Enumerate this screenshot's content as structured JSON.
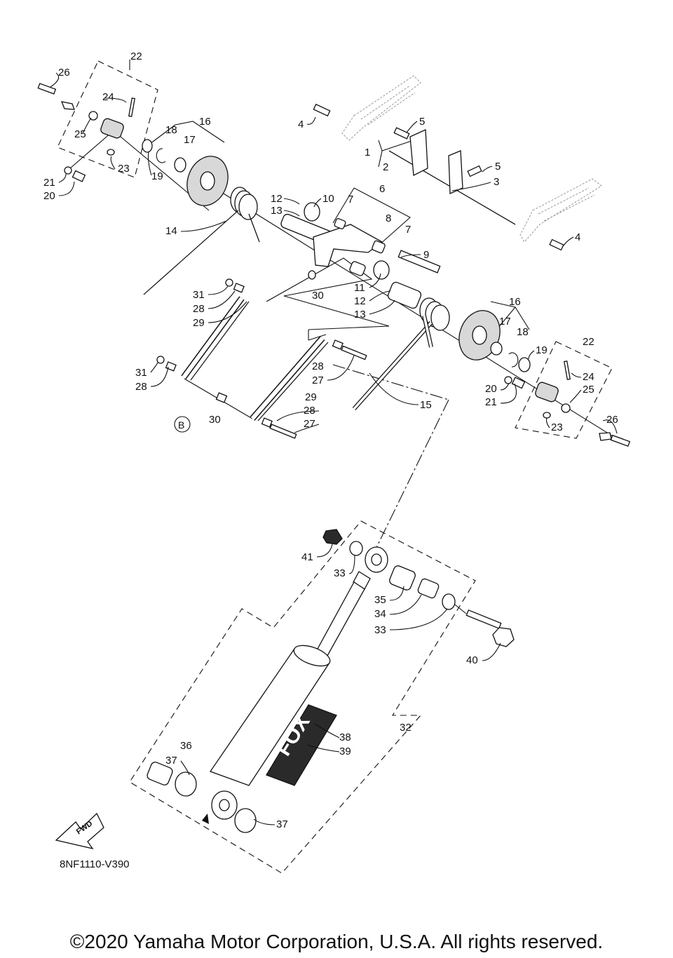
{
  "diagram": {
    "code": "8NF1110-V390",
    "fwd_label": "FWD",
    "circle_marker": "B",
    "shock_brand": "FOX",
    "copyright": "©2020 Yamaha Motor Corporation, U.S.A. All rights reserved."
  },
  "callouts": [
    {
      "id": "c22a",
      "text": "22"
    },
    {
      "id": "c26a",
      "text": "26"
    },
    {
      "id": "c24a",
      "text": "24"
    },
    {
      "id": "c25a",
      "text": "25"
    },
    {
      "id": "c23a",
      "text": "23"
    },
    {
      "id": "c21a",
      "text": "21"
    },
    {
      "id": "c20a",
      "text": "20"
    },
    {
      "id": "c19a",
      "text": "19"
    },
    {
      "id": "c18a",
      "text": "18"
    },
    {
      "id": "c17a",
      "text": "17"
    },
    {
      "id": "c16a",
      "text": "16"
    },
    {
      "id": "c14",
      "text": "14"
    },
    {
      "id": "c12a",
      "text": "12"
    },
    {
      "id": "c13a",
      "text": "13"
    },
    {
      "id": "c10",
      "text": "10"
    },
    {
      "id": "c4a",
      "text": "4"
    },
    {
      "id": "c5a",
      "text": "5"
    },
    {
      "id": "c1",
      "text": "1"
    },
    {
      "id": "c2",
      "text": "2"
    },
    {
      "id": "c5b",
      "text": "5"
    },
    {
      "id": "c3",
      "text": "3"
    },
    {
      "id": "c4b",
      "text": "4"
    },
    {
      "id": "c6",
      "text": "6"
    },
    {
      "id": "c7a",
      "text": "7"
    },
    {
      "id": "c8",
      "text": "8"
    },
    {
      "id": "c7b",
      "text": "7"
    },
    {
      "id": "c9",
      "text": "9"
    },
    {
      "id": "c11",
      "text": "11"
    },
    {
      "id": "c12b",
      "text": "12"
    },
    {
      "id": "c13b",
      "text": "13"
    },
    {
      "id": "c30a",
      "text": "30"
    },
    {
      "id": "c31a",
      "text": "31"
    },
    {
      "id": "c28a",
      "text": "28"
    },
    {
      "id": "c29a",
      "text": "29"
    },
    {
      "id": "c16b",
      "text": "16"
    },
    {
      "id": "c17b",
      "text": "17"
    },
    {
      "id": "c18b",
      "text": "18"
    },
    {
      "id": "c19b",
      "text": "19"
    },
    {
      "id": "c22b",
      "text": "22"
    },
    {
      "id": "c24b",
      "text": "24"
    },
    {
      "id": "c25b",
      "text": "25"
    },
    {
      "id": "c20b",
      "text": "20"
    },
    {
      "id": "c21b",
      "text": "21"
    },
    {
      "id": "c23b",
      "text": "23"
    },
    {
      "id": "c26b",
      "text": "26"
    },
    {
      "id": "c28b",
      "text": "28"
    },
    {
      "id": "c27a",
      "text": "27"
    },
    {
      "id": "c29b",
      "text": "29"
    },
    {
      "id": "c31b",
      "text": "31"
    },
    {
      "id": "c28c",
      "text": "28"
    },
    {
      "id": "c15",
      "text": "15"
    },
    {
      "id": "c30b",
      "text": "30"
    },
    {
      "id": "c28d",
      "text": "28"
    },
    {
      "id": "c27b",
      "text": "27"
    },
    {
      "id": "c41",
      "text": "41"
    },
    {
      "id": "c33a",
      "text": "33"
    },
    {
      "id": "c35",
      "text": "35"
    },
    {
      "id": "c34",
      "text": "34"
    },
    {
      "id": "c33b",
      "text": "33"
    },
    {
      "id": "c40",
      "text": "40"
    },
    {
      "id": "c32",
      "text": "32"
    },
    {
      "id": "c38",
      "text": "38"
    },
    {
      "id": "c39",
      "text": "39"
    },
    {
      "id": "c36",
      "text": "36"
    },
    {
      "id": "c37a",
      "text": "37"
    },
    {
      "id": "c37b",
      "text": "37"
    }
  ]
}
